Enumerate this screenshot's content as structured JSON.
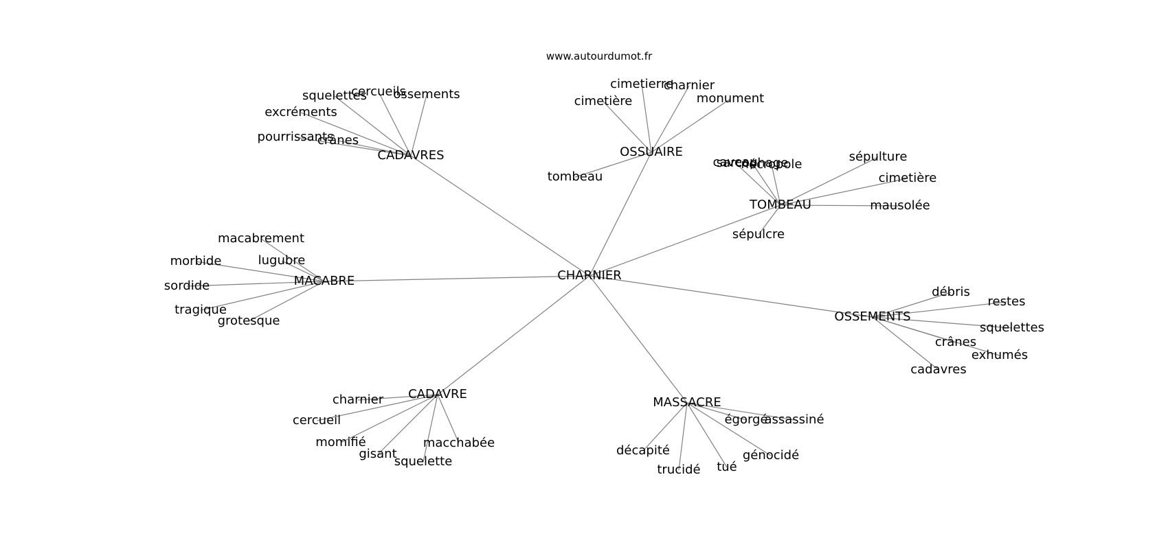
{
  "source": "www.autourdumot.fr",
  "graph": {
    "root": "CHARNIER",
    "branches": [
      {
        "word": "CADAVRES",
        "related": [
          "squelettes",
          "cercueils",
          "ossements",
          "excréments",
          "pourrissants",
          "crânes"
        ]
      },
      {
        "word": "OSSUAIRE",
        "related": [
          "cimetierre",
          "charnier",
          "cimetière",
          "monument",
          "tombeau"
        ]
      },
      {
        "word": "TOMBEAU",
        "related": [
          "caveau",
          "sarcophage",
          "nécropole",
          "sépulture",
          "cimetière",
          "mausolée",
          "sépulcre"
        ]
      },
      {
        "word": "MACABRE",
        "related": [
          "macabrement",
          "morbide",
          "lugubre",
          "sordide",
          "tragique",
          "grotesque"
        ]
      },
      {
        "word": "OSSEMENTS",
        "related": [
          "débris",
          "restes",
          "squelettes",
          "crânes",
          "exhumés",
          "cadavres"
        ]
      },
      {
        "word": "CADAVRE",
        "related": [
          "charnier",
          "cercueil",
          "momifié",
          "gisant",
          "squelette",
          "macchabée"
        ]
      },
      {
        "word": "MASSACRE",
        "related": [
          "égorgé",
          "assassiné",
          "décapité",
          "trucidé",
          "tué",
          "génocidé"
        ]
      }
    ]
  }
}
